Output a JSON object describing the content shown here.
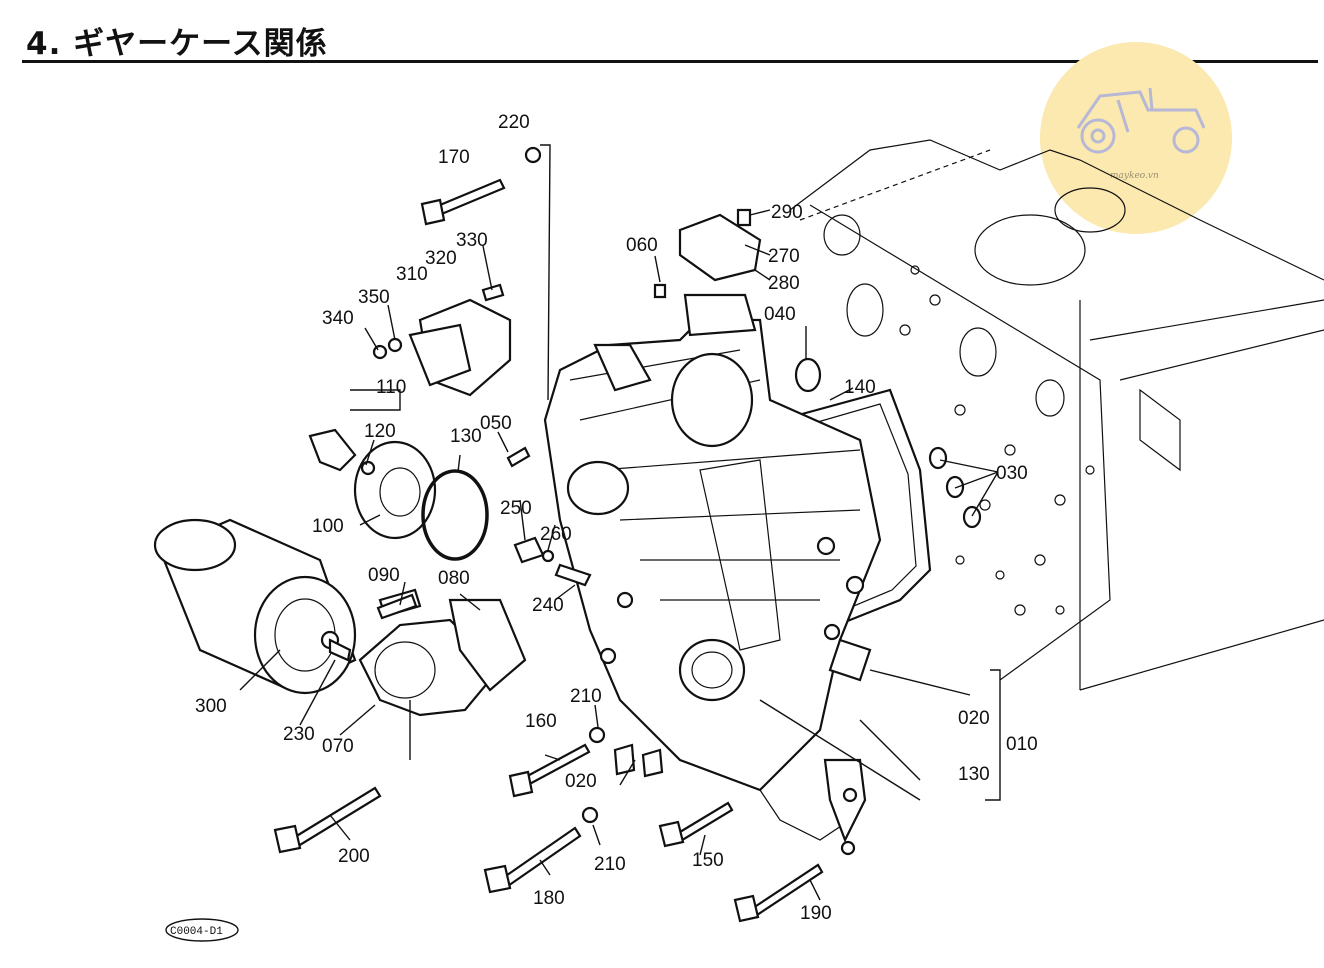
{
  "page": {
    "title": "4. ギヤーケース関係"
  },
  "watermark": {
    "text": "maykeo.vn",
    "color": "#fbe9b0"
  },
  "diagram_code": "C0004-D1",
  "callouts": {
    "c010": "010",
    "c020a": "020",
    "c020b": "020",
    "c030": "030",
    "c040": "040",
    "c050": "050",
    "c060": "060",
    "c070": "070",
    "c080": "080",
    "c090": "090",
    "c100": "100",
    "c110": "110",
    "c120": "120",
    "c130a": "130",
    "c130b": "130",
    "c140": "140",
    "c150": "150",
    "c160": "160",
    "c170": "170",
    "c180": "180",
    "c190": "190",
    "c200": "200",
    "c210a": "210",
    "c210b": "210",
    "c220": "220",
    "c230": "230",
    "c240": "240",
    "c250": "250",
    "c260": "260",
    "c270": "270",
    "c280": "280",
    "c290": "290",
    "c300": "300",
    "c310": "310",
    "c320": "320",
    "c330": "330",
    "c340": "340",
    "c350": "350"
  }
}
